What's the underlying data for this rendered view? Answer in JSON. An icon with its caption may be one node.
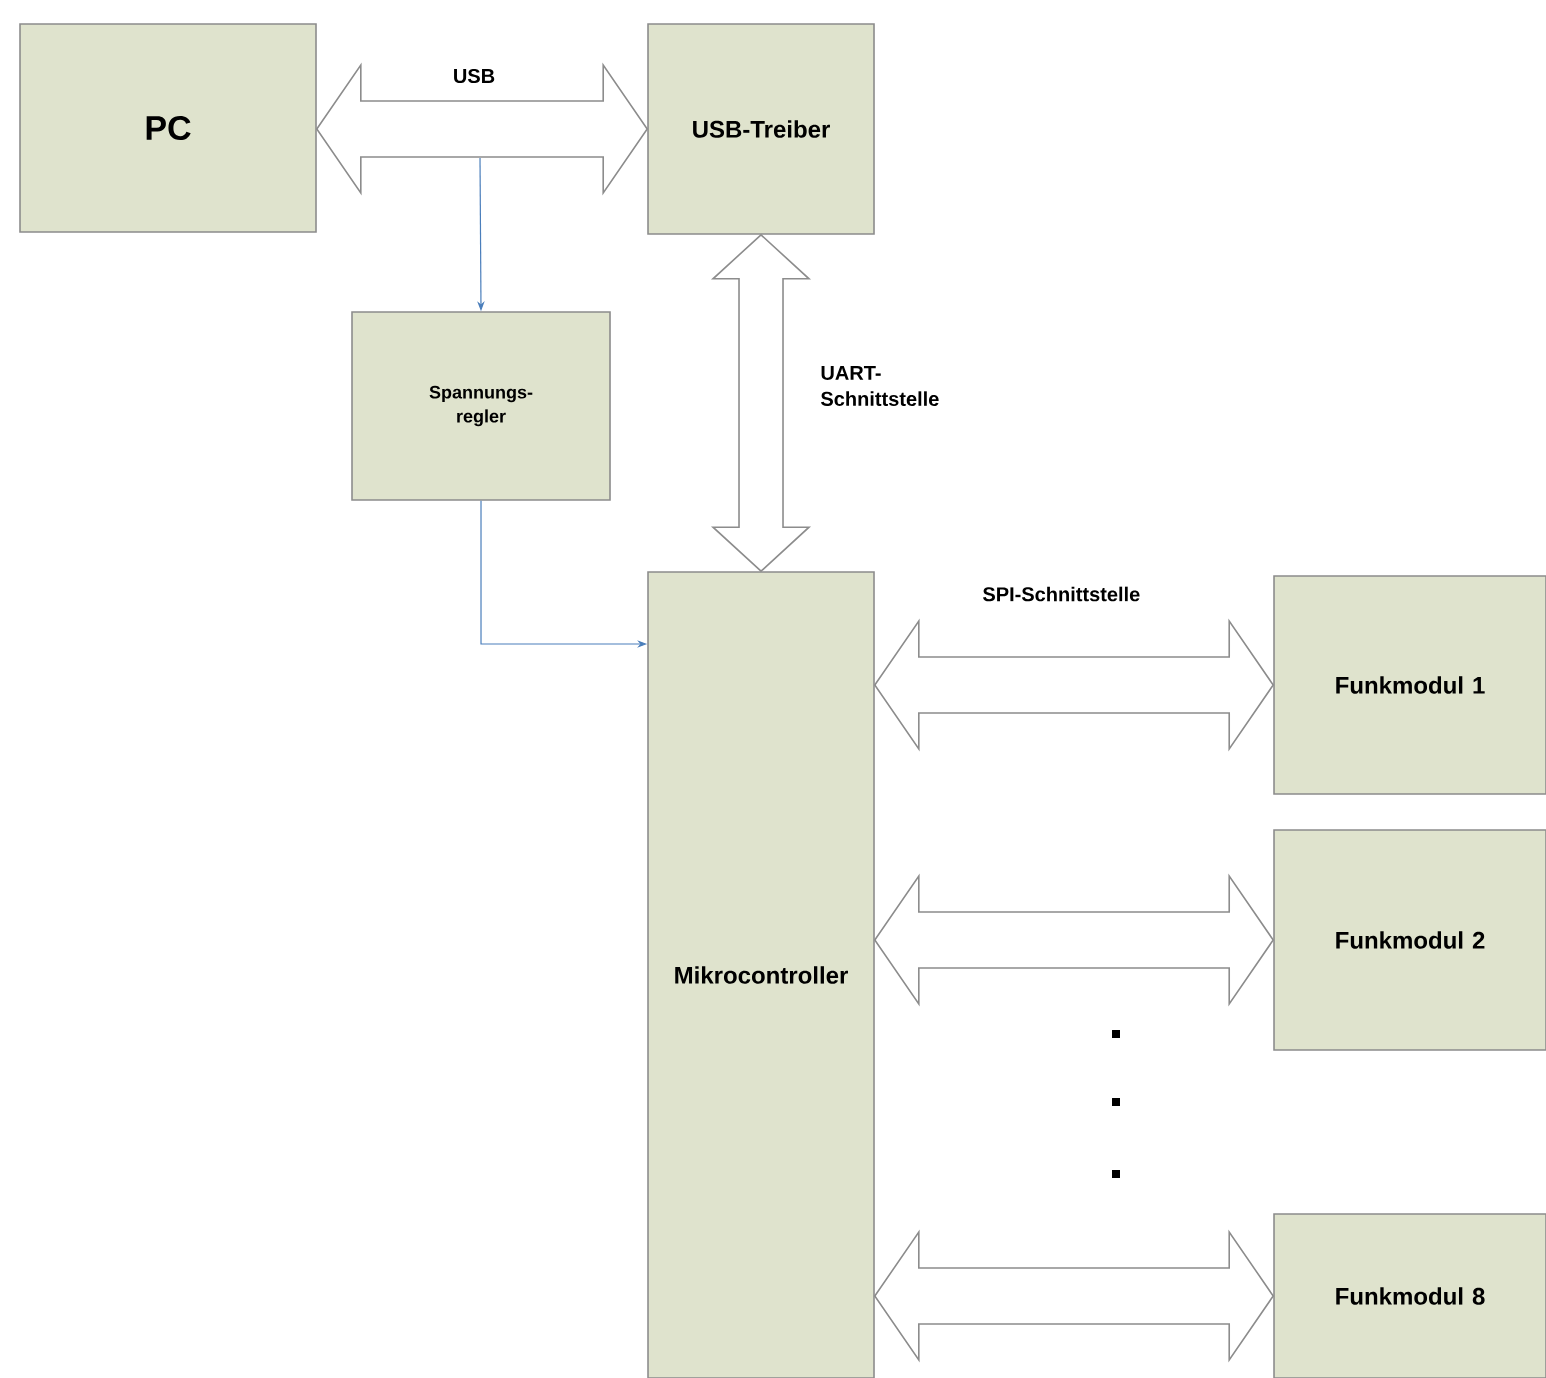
{
  "diagram": {
    "nodes": [
      {
        "text": [
          "PC"
        ]
      },
      {
        "text": [
          "USB-Treiber"
        ]
      },
      {
        "text": [
          "Spannungs- regler"
        ]
      },
      {
        "text": [
          "Mikrocontroller"
        ]
      },
      {
        "text": [
          "Funkmodul 1"
        ]
      },
      {
        "text": [
          "Funkmodul 2"
        ]
      },
      {
        "text": [
          "Funkmodul 8"
        ]
      }
    ],
    "edges": [
      {
        "from": 0,
        "to": 1,
        "arrow": "both",
        "label": "USB",
        "style": "thick"
      },
      {
        "from": 1,
        "to": 3,
        "arrow": "both",
        "label": "UART- Schnittstelle",
        "style": "thick"
      },
      {
        "from": null,
        "to": 2,
        "arrow": "to",
        "color": "#4a7ebb"
      },
      {
        "from": 2,
        "to": 3,
        "arrow": "to",
        "color": "#4a7ebb"
      },
      {
        "from": 3,
        "to": 4,
        "arrow": "both",
        "label": "SPI-Schnittstelle",
        "style": "thick"
      },
      {
        "from": 3,
        "to": 5,
        "arrow": "both",
        "style": "thick"
      },
      {
        "from": 3,
        "to": 6,
        "arrow": "both",
        "style": "thick"
      }
    ]
  }
}
